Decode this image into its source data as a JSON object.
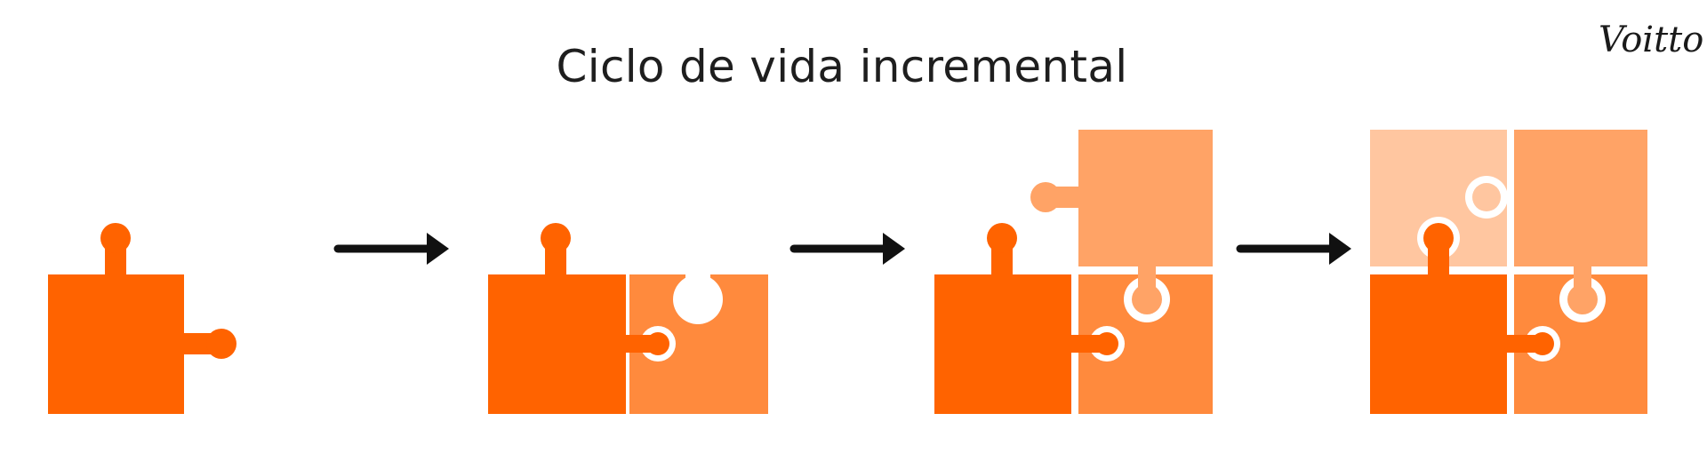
{
  "title": "Ciclo de vida incremental",
  "brand": "Voitto",
  "colors": {
    "piece_dark": "#ff6300",
    "piece_medium": "#ff8a3d",
    "piece_light": "#ffa366",
    "piece_pale": "#ffc6a0",
    "arrow": "#111111",
    "background": "#ffffff"
  },
  "stages": [
    {
      "pieces": 1
    },
    {
      "pieces": 2
    },
    {
      "pieces": 3
    },
    {
      "pieces": 4
    }
  ]
}
